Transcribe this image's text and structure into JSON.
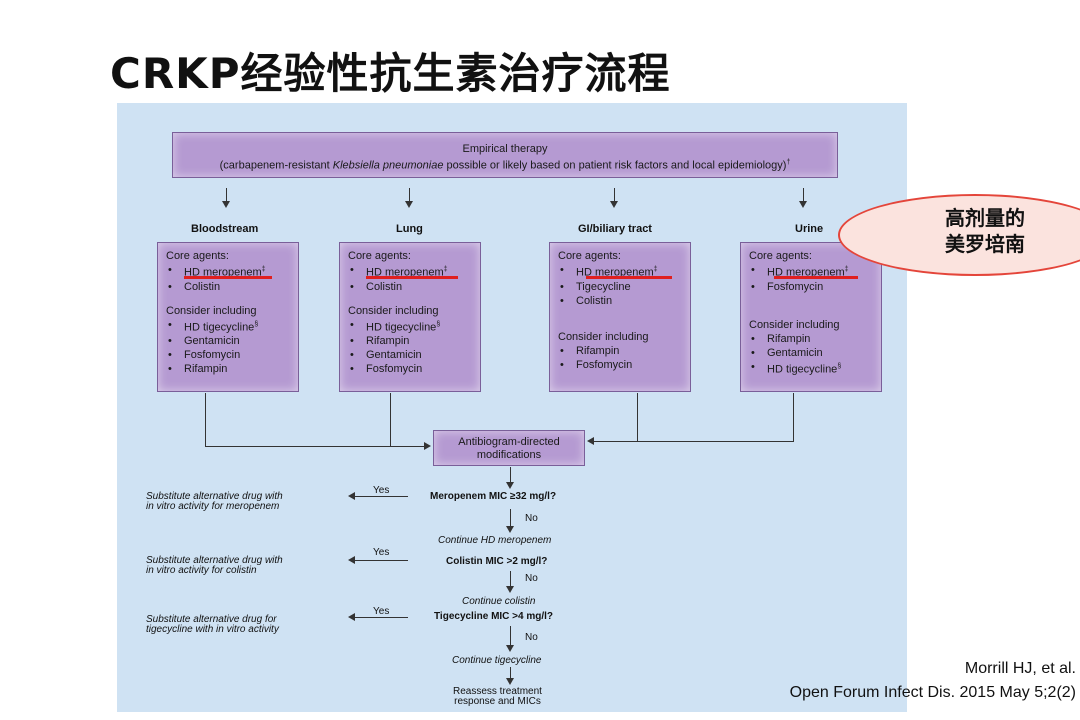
{
  "slide": {
    "title": "CRKP经验性抗生素治疗流程",
    "callout": {
      "line1": "高剂量的",
      "line2": "美罗培南"
    },
    "citation": {
      "line1": "Morrill HJ, et al.",
      "line2": "Open Forum Infect Dis. 2015 May 5;2(2)"
    }
  },
  "colors": {
    "box_fill": "#b59ad2",
    "panel_bg": "#cfe2f3",
    "highlight_red": "#e01f1f"
  },
  "flow": {
    "empirical": {
      "line1": "Empirical therapy",
      "line2_pre": "(carbapenem-resistant ",
      "line2_ital": "Klebsiella pneumoniae",
      "line2_post": " possible or likely based on patient risk factors and local epidemiology)",
      "line2_sup": "†"
    },
    "sites": [
      {
        "name": "Bloodstream",
        "core_label": "Core agents:",
        "core": [
          "HD meropenem",
          "Colistin"
        ],
        "consider_label": "Consider including",
        "consider": [
          "HD tigecycline",
          "Gentamicin",
          "Fosfomycin",
          "Rifampin"
        ]
      },
      {
        "name": "Lung",
        "core_label": "Core agents:",
        "core": [
          "HD meropenem",
          "Colistin"
        ],
        "consider_label": "Consider including",
        "consider": [
          "HD tigecycline",
          "Rifampin",
          "Gentamicin",
          "Fosfomycin"
        ]
      },
      {
        "name": "GI/biliary tract",
        "core_label": "Core agents:",
        "core": [
          "HD meropenem",
          "Tigecycline",
          "Colistin"
        ],
        "consider_label": "Consider including",
        "consider": [
          "Rifampin",
          "Fosfomycin"
        ]
      },
      {
        "name": "Urine",
        "core_label": "Core agents:",
        "core": [
          "HD meropenem",
          "Fosfomycin"
        ],
        "consider_label": "Consider including",
        "consider": [
          "Rifampin",
          "Gentamicin",
          "HD tigecycline"
        ]
      }
    ],
    "sup_meropenem": "‡",
    "sup_tigecycline": "§",
    "antibiogram": {
      "line1": "Antibiogram-directed",
      "line2": "modifications"
    },
    "decisions": [
      {
        "question": "Meropenem MIC ≥32 mg/l?",
        "yes": "Yes",
        "no": "No",
        "yes_action_1": "Substitute alternative drug with",
        "yes_action_2": "in vitro activity for meropenem",
        "no_action": "Continue HD meropenem"
      },
      {
        "question": "Colistin MIC >2 mg/l?",
        "yes": "Yes",
        "no": "No",
        "yes_action_1": "Substitute alternative drug with",
        "yes_action_2": "in vitro activity for colistin",
        "no_action": "Continue colistin"
      },
      {
        "question": "Tigecycline MIC >4 mg/l?",
        "yes": "Yes",
        "no": "No",
        "yes_action_1": "Substitute alternative drug for",
        "yes_action_2": "tigecycline with in vitro activity",
        "no_action": "Continue tigecycline"
      }
    ],
    "final": {
      "line1": "Reassess treatment",
      "line2": "response and MICs"
    }
  }
}
